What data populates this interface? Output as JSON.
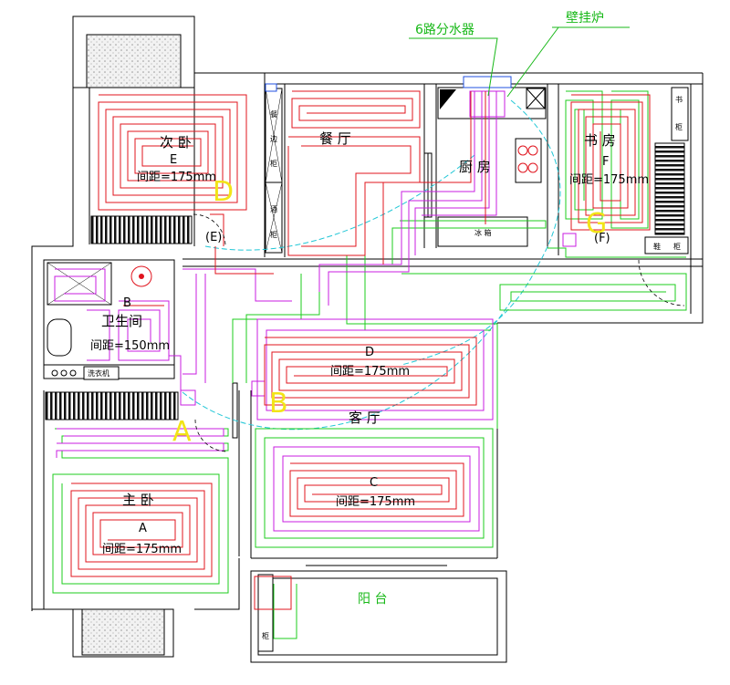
{
  "annotations": {
    "manifold": "6路分水器",
    "boiler": "壁挂炉"
  },
  "rooms": {
    "second_bedroom": {
      "name": "次 卧",
      "letter": "E",
      "spacing": "间距=175mm",
      "loop_tag": "(E)"
    },
    "dining": {
      "name": "餐 厅"
    },
    "kitchen": {
      "name": "厨 房",
      "fridge": "冰 箱"
    },
    "study": {
      "name": "书 房",
      "letter": "F",
      "spacing": "间距=175mm",
      "loop_tag": "(F)"
    },
    "bathroom": {
      "letter": "B",
      "name": "卫生间",
      "spacing": "间距=150mm"
    },
    "living_d": {
      "letter": "D",
      "spacing": "间距=175mm"
    },
    "living": {
      "name": "客 厅"
    },
    "living_c": {
      "letter": "C",
      "spacing": "间距=175mm"
    },
    "master": {
      "name": "主 卧",
      "letter": "A",
      "spacing": "间距=175mm"
    },
    "balcony": {
      "name": "阳 台"
    }
  },
  "loop_letters": [
    "A",
    "B",
    "D",
    "G"
  ],
  "furniture": {
    "cabinet_left": [
      "餐",
      "边",
      "柜"
    ],
    "cabinet_left2": [
      "酒",
      "柜"
    ],
    "book_cabinet": [
      "书",
      "柜"
    ],
    "shoe_cabinet": [
      "鞋",
      "柜"
    ],
    "washer": "洗衣机",
    "balcony_cabinet": "柜"
  },
  "colors": {
    "wall": "#000000",
    "pipe_red": "#e0141e",
    "pipe_green": "#1ccc1c",
    "pipe_magenta": "#c81ee0",
    "arc_cyan": "#22c7d6",
    "letter_yellow": "#f2e418",
    "label_green": "#18b818"
  }
}
